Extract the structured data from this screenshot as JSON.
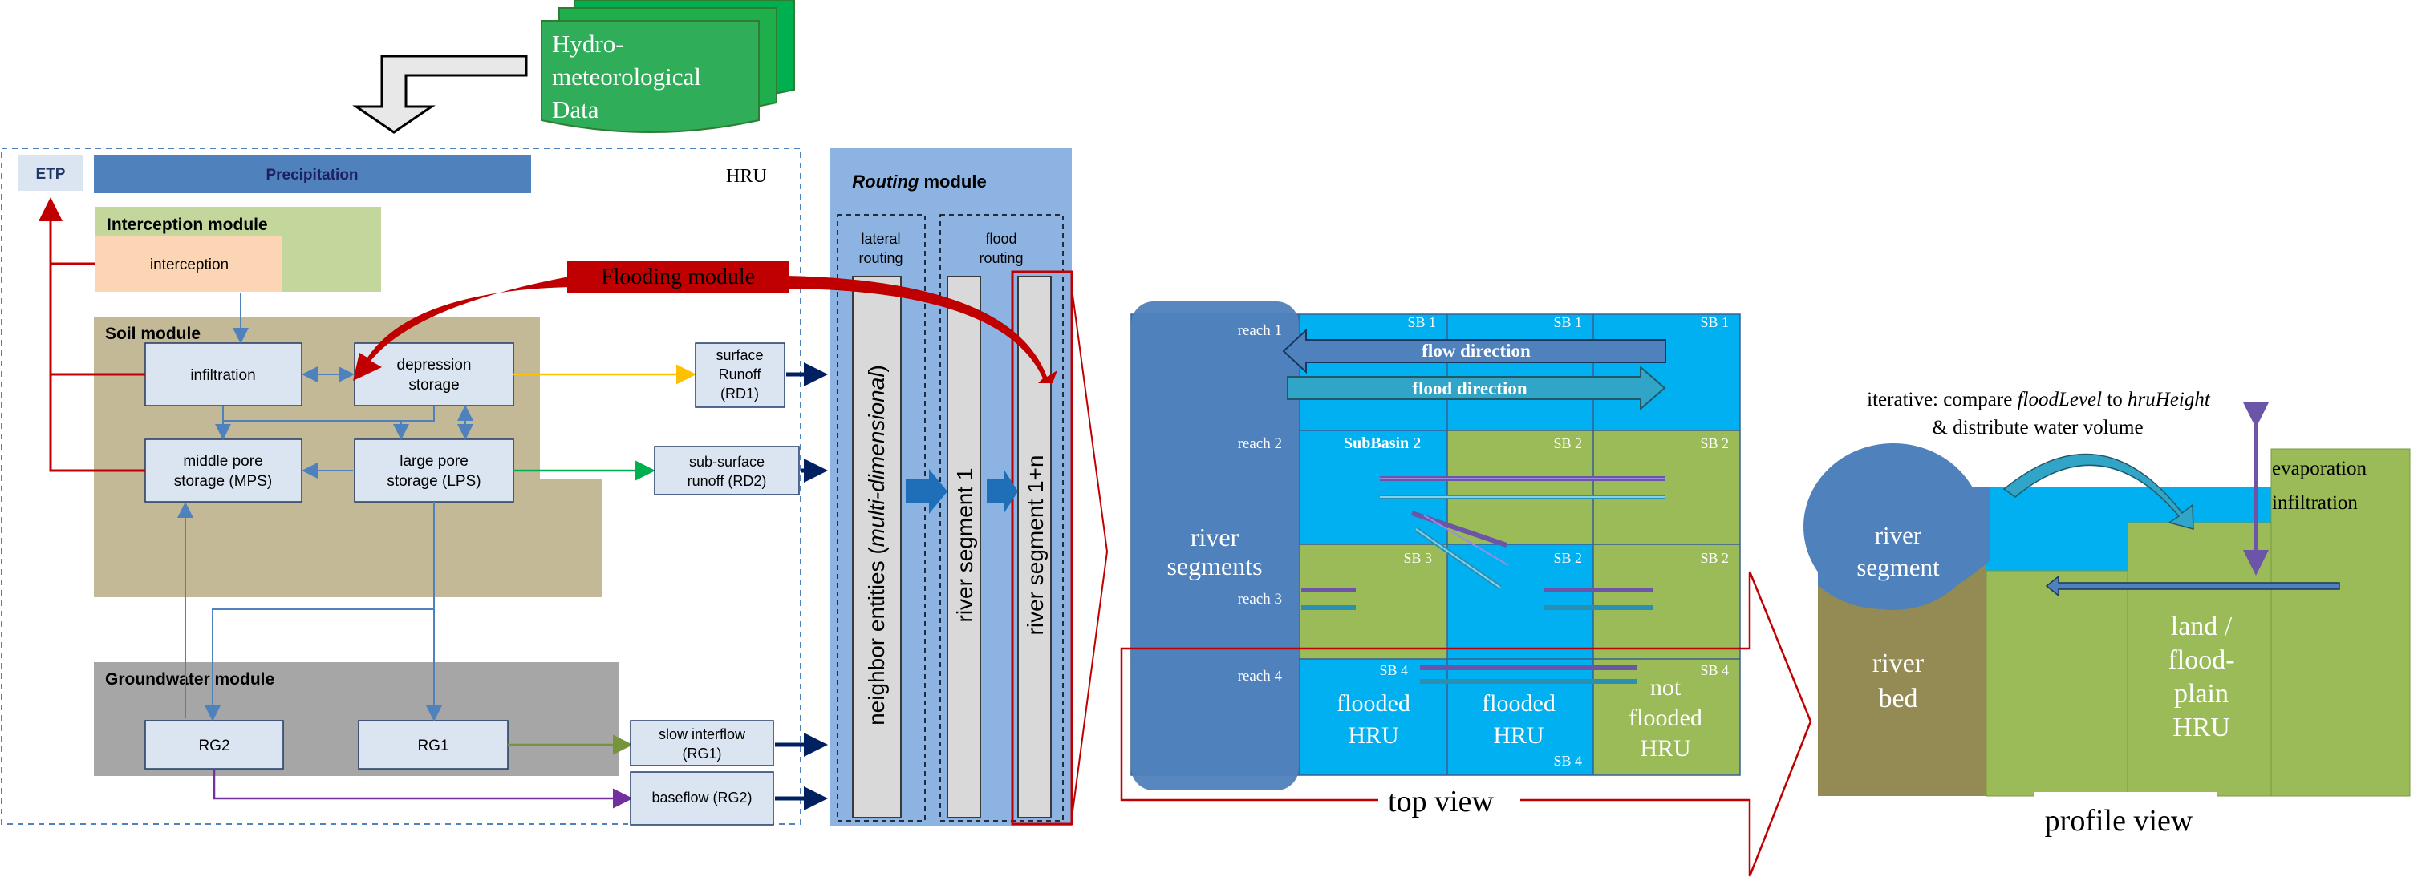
{
  "hydromet": {
    "line1": "Hydro-",
    "line2": "meteorological",
    "line3": "Data"
  },
  "hru_box": {
    "label": "HRU"
  },
  "etp": {
    "label": "ETP"
  },
  "precipitation": {
    "label": "Precipitation"
  },
  "interception_module": {
    "title": "Interception module",
    "interception": "interception"
  },
  "soil_module": {
    "title": "Soil module",
    "infiltration": "infiltration",
    "depression_storage": [
      "depression",
      "storage"
    ],
    "middle_pore": [
      "middle pore",
      "storage (MPS)"
    ],
    "large_pore": [
      "large pore",
      "storage (LPS)"
    ]
  },
  "groundwater_module": {
    "title": "Groundwater module",
    "rg2": "RG2",
    "rg1": "RG1"
  },
  "outputs": {
    "surface_runoff": [
      "surface",
      "Runoff",
      "(RD1)"
    ],
    "subsurface_runoff": [
      "sub-surface",
      "runoff (RD2)"
    ],
    "slow_interflow": [
      "slow interflow",
      "(RG1)"
    ],
    "baseflow": "baseflow (RG2)"
  },
  "flooding_module": {
    "label": "Flooding module"
  },
  "routing_module": {
    "title_italic": "Routing",
    "title_rest": " module",
    "lateral": [
      "lateral",
      "routing"
    ],
    "flood": [
      "flood",
      "routing"
    ],
    "neighbor_entities": "neighbor entities (",
    "neighbor_entities_italic": "multi-dimensional",
    "neighbor_entities_close": ")",
    "river_segment_1": "river segment  1",
    "river_segment_1n": "river segment  1+n"
  },
  "top_view": {
    "caption": "top view",
    "river_segments": [
      "river",
      "segments"
    ],
    "reaches": [
      "reach 1",
      "reach 2",
      "reach 3",
      "reach 4"
    ],
    "sb_labels": [
      "SB 1",
      "SB 1",
      "SB 1",
      "SubBasin 2",
      "SB 2",
      "SB 2",
      "SB 3",
      "SB 2",
      "SB 2",
      "SB 4",
      "SB 4",
      "SB 4"
    ],
    "flow_direction": "flow direction",
    "flood_direction": "flood direction",
    "flooded_hru_1": [
      "flooded",
      "HRU"
    ],
    "flooded_hru_2": [
      "flooded",
      "HRU"
    ],
    "not_flooded_hru": [
      "not",
      "flooded",
      "HRU"
    ]
  },
  "profile_view": {
    "caption": "profile view",
    "iterative_prefix": "iterative: compare ",
    "flood_level": "floodLevel",
    "to": " to ",
    "hru_height": "hruHeight",
    "distribute": "& distribute water volume",
    "river_segment": [
      "river",
      "segment"
    ],
    "river_bed": [
      "river",
      "bed"
    ],
    "land_floodplain": [
      "land /",
      "flood-",
      "plain",
      "HRU"
    ],
    "evaporation": "evaporation",
    "infiltration": "infiltration"
  },
  "colors": {
    "soil": "#c4b996",
    "groundwater": "#a6a6a6",
    "interception": "#c3d69b",
    "routing": "#8db3e2",
    "grid_blue": "#00b0f0",
    "grid_green": "#9bbb59",
    "river": "#4f81bd",
    "flood_red": "#c00000",
    "bed_brown": "#948a54"
  }
}
